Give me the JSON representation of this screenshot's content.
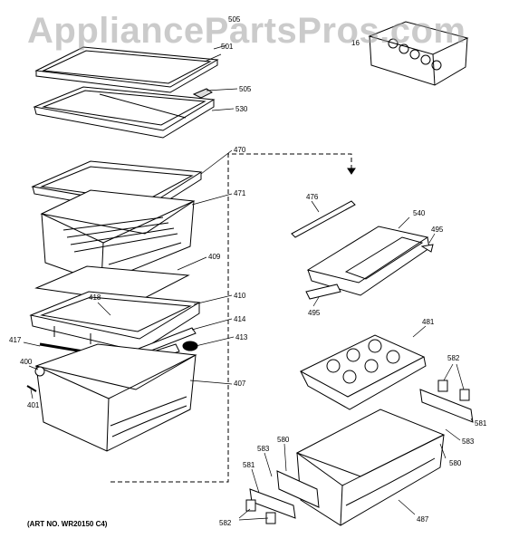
{
  "watermark": "AppliancePartsPros.com",
  "art_number": "(ART NO. WR20150 C4)",
  "callouts": {
    "c505_top": "505",
    "c501": "501",
    "c505": "505",
    "c530": "530",
    "c470": "470",
    "c471": "471",
    "c409": "409",
    "c418": "418",
    "c410": "410",
    "c414": "414",
    "c417": "417",
    "c413": "413",
    "c400": "400",
    "c407": "407",
    "c401": "401",
    "c476": "476",
    "c540": "540",
    "c495_a": "495",
    "c495_b": "495",
    "c481": "481",
    "c582_a": "582",
    "c581_a": "581",
    "c583_a": "583",
    "c580_a": "580",
    "c583_b": "583",
    "c580_b": "580",
    "c581_b": "581",
    "c582_b": "582",
    "c487": "487",
    "c16": "16"
  },
  "colors": {
    "line": "#000000",
    "paper": "#ffffff",
    "watermark": "#a0a0a0"
  }
}
